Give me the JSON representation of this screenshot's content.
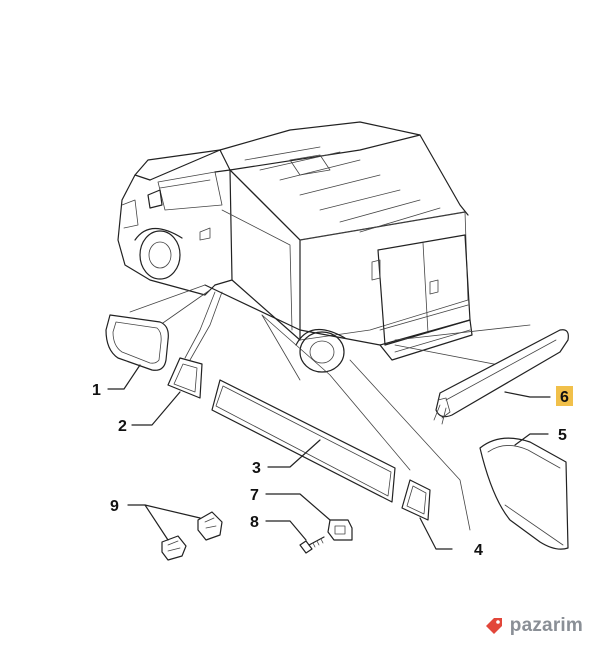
{
  "callouts": {
    "c1": "1",
    "c2": "2",
    "c3": "3",
    "c4": "4",
    "c5": "5",
    "c6": "6",
    "c7": "7",
    "c8": "8",
    "c9": "9"
  },
  "highlight_color": "#f1c04a",
  "watermark": {
    "text": "pazarim",
    "icon": "tag-icon",
    "color": "#e2463a"
  }
}
